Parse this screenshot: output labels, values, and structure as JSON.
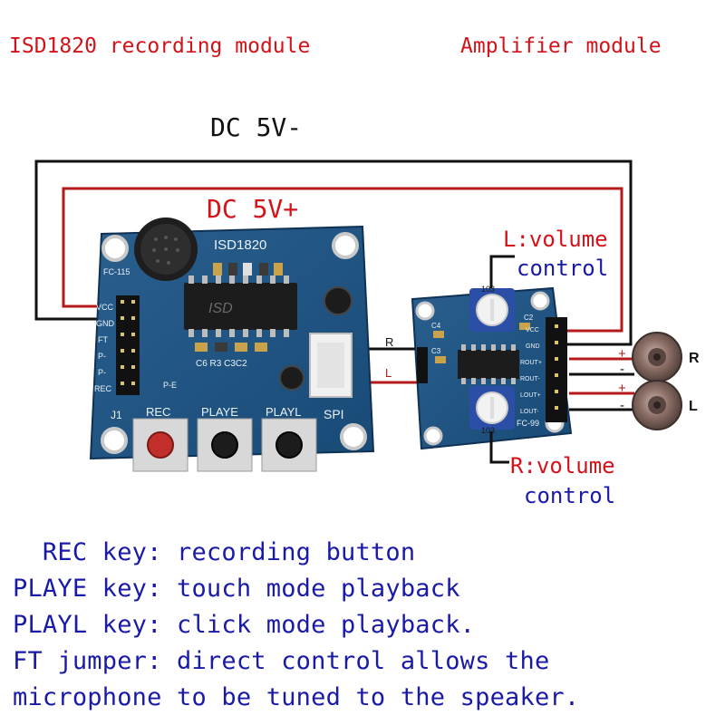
{
  "titles": {
    "recording_module": "ISD1820 recording module",
    "amplifier_module": "Amplifier module"
  },
  "wires": {
    "negative": "DC 5V-",
    "positive": "DC 5V+",
    "right_channel": "R",
    "left_channel": "L"
  },
  "annotations": {
    "l_volume_line1": "L:volume",
    "l_volume_line2": "control",
    "r_volume_line1": "R:volume",
    "r_volume_line2": "control"
  },
  "recorder_board": {
    "chip_label": "ISD1820",
    "model": "FC-115",
    "ic_marking": "ISD",
    "pins": [
      "VCC",
      "GND",
      "FT",
      "P-",
      "P-",
      "REC"
    ],
    "connector": "J1",
    "spi": "SPI",
    "pe": "P-E",
    "components": "C6 R3 C3C2",
    "buttons": [
      "REC",
      "PLAYE",
      "PLAYL"
    ]
  },
  "amp_board": {
    "model": "FC-99",
    "pins": [
      "VCC",
      "GND",
      "ROUT+",
      "ROUT-",
      "LOUT+",
      "LOUT-"
    ],
    "pot_label": "103",
    "cap_labels": [
      "C4",
      "C3",
      "C2"
    ]
  },
  "speakers": {
    "right_label": "R",
    "left_label": "L",
    "plus": "+",
    "minus": "-"
  },
  "description": [
    "  REC key: recording button",
    "PLAYE key: touch mode playback",
    "PLAYL key: click mode playback.",
    "FT jumper: direct control allows the",
    "microphone to be tuned to the speaker."
  ]
}
